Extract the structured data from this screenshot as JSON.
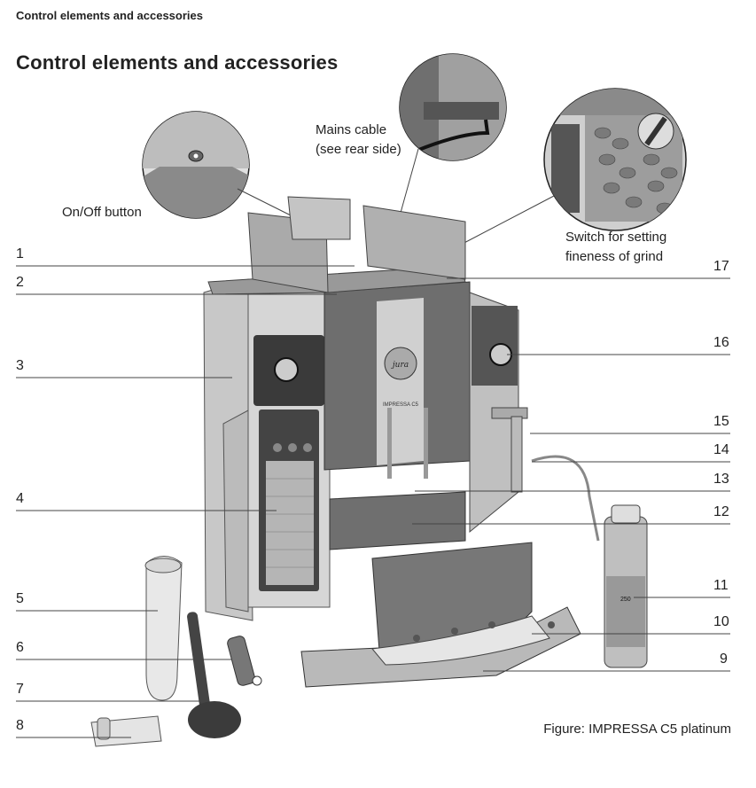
{
  "header": "Control elements and accessories",
  "title": "Control elements and accessories",
  "callouts": {
    "on_off": "On/Off button",
    "mains_cable_1": "Mains cable",
    "mains_cable_2": "(see rear side)",
    "grind_1": "Switch for setting",
    "grind_2": "fineness of grind"
  },
  "labels": {
    "n1": "1",
    "n2": "2",
    "n3": "3",
    "n4": "4",
    "n5": "5",
    "n6": "6",
    "n7": "7",
    "n8": "8",
    "n9": "9",
    "n10": "10",
    "n11": "11",
    "n12": "12",
    "n13": "13",
    "n14": "14",
    "n15": "15",
    "n16": "16",
    "n17": "17"
  },
  "machine": {
    "brand": "jura",
    "model": "IMPRESSA C5",
    "bottle_volume": "250"
  },
  "caption": "Figure: IMPRESSA C5 platinum"
}
